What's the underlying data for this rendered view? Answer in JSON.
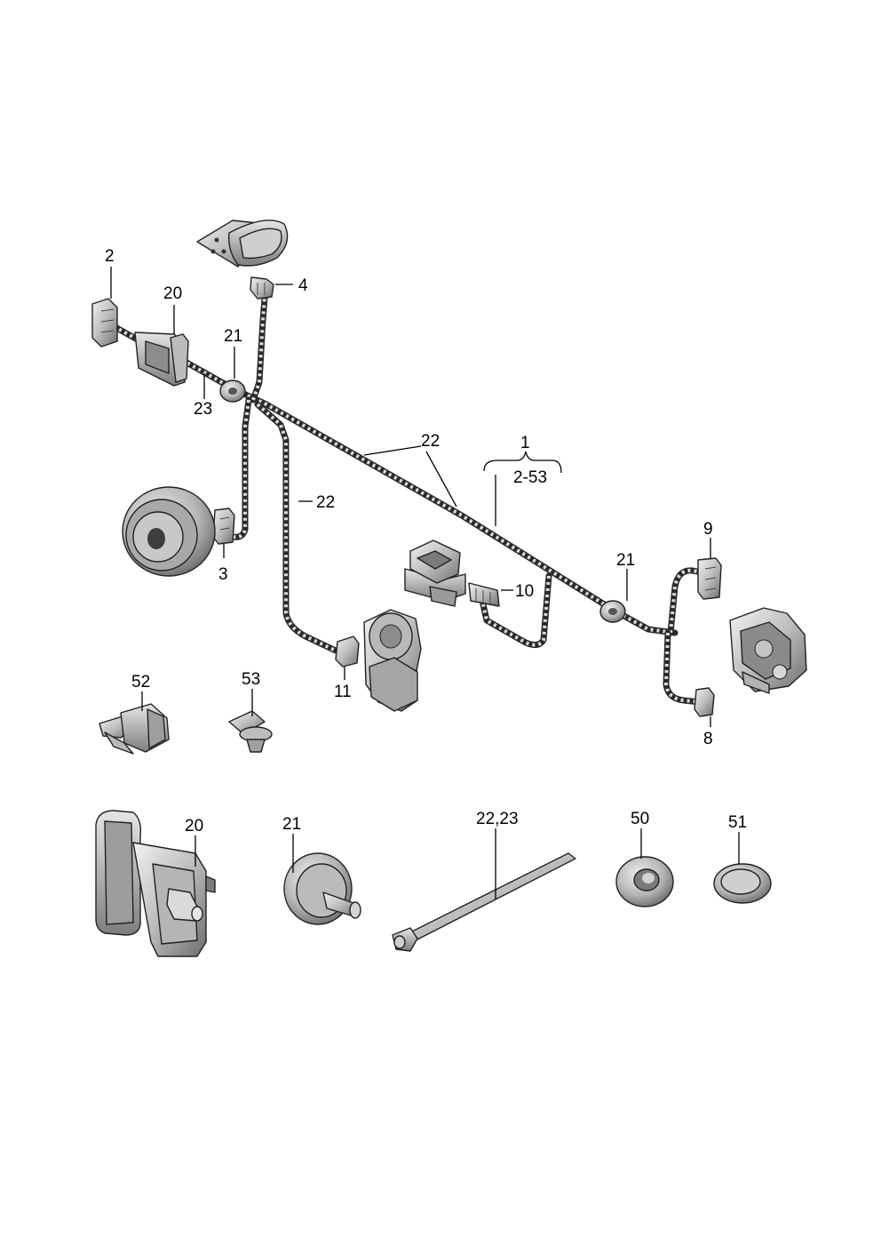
{
  "labels": {
    "l2": "2",
    "l20_top": "20",
    "l4": "4",
    "l21_top": "21",
    "l23_top": "23",
    "l22_left": "22",
    "l22_main": "22",
    "l1": "1",
    "l2_53": "2-53",
    "l3": "3",
    "l9": "9",
    "l21_right": "21",
    "l10": "10",
    "l11": "11",
    "l8": "8",
    "l52": "52",
    "l53": "53",
    "l20_bottom": "20",
    "l21_bottom": "21",
    "l22_23": "22,23",
    "l50": "50",
    "l51": "51"
  }
}
